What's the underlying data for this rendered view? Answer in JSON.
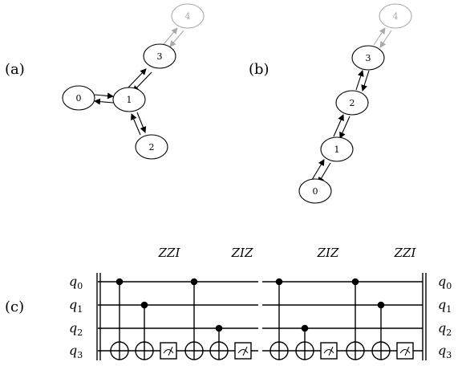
{
  "panels": {
    "a": "(a)",
    "b": "(b)",
    "c": "(c)"
  },
  "graph_a": {
    "nodes": [
      "0",
      "1",
      "2",
      "3",
      "4"
    ],
    "faded_nodes": [
      "4"
    ]
  },
  "graph_b": {
    "nodes": [
      "0",
      "1",
      "2",
      "3",
      "4"
    ],
    "faded_nodes": [
      "4"
    ]
  },
  "circuit": {
    "qubits_left": [
      {
        "base": "q",
        "sub": "0"
      },
      {
        "base": "q",
        "sub": "1"
      },
      {
        "base": "q",
        "sub": "2"
      },
      {
        "base": "q",
        "sub": "3"
      }
    ],
    "qubits_right": [
      {
        "base": "q",
        "sub": "0"
      },
      {
        "base": "q",
        "sub": "1"
      },
      {
        "base": "q",
        "sub": "2"
      },
      {
        "base": "q",
        "sub": "3"
      }
    ],
    "labels": [
      "ZZI",
      "ZIZ",
      "ZIZ",
      "ZZI"
    ]
  },
  "colors": {
    "line": "#000000",
    "faded": "#aaaaaa"
  }
}
